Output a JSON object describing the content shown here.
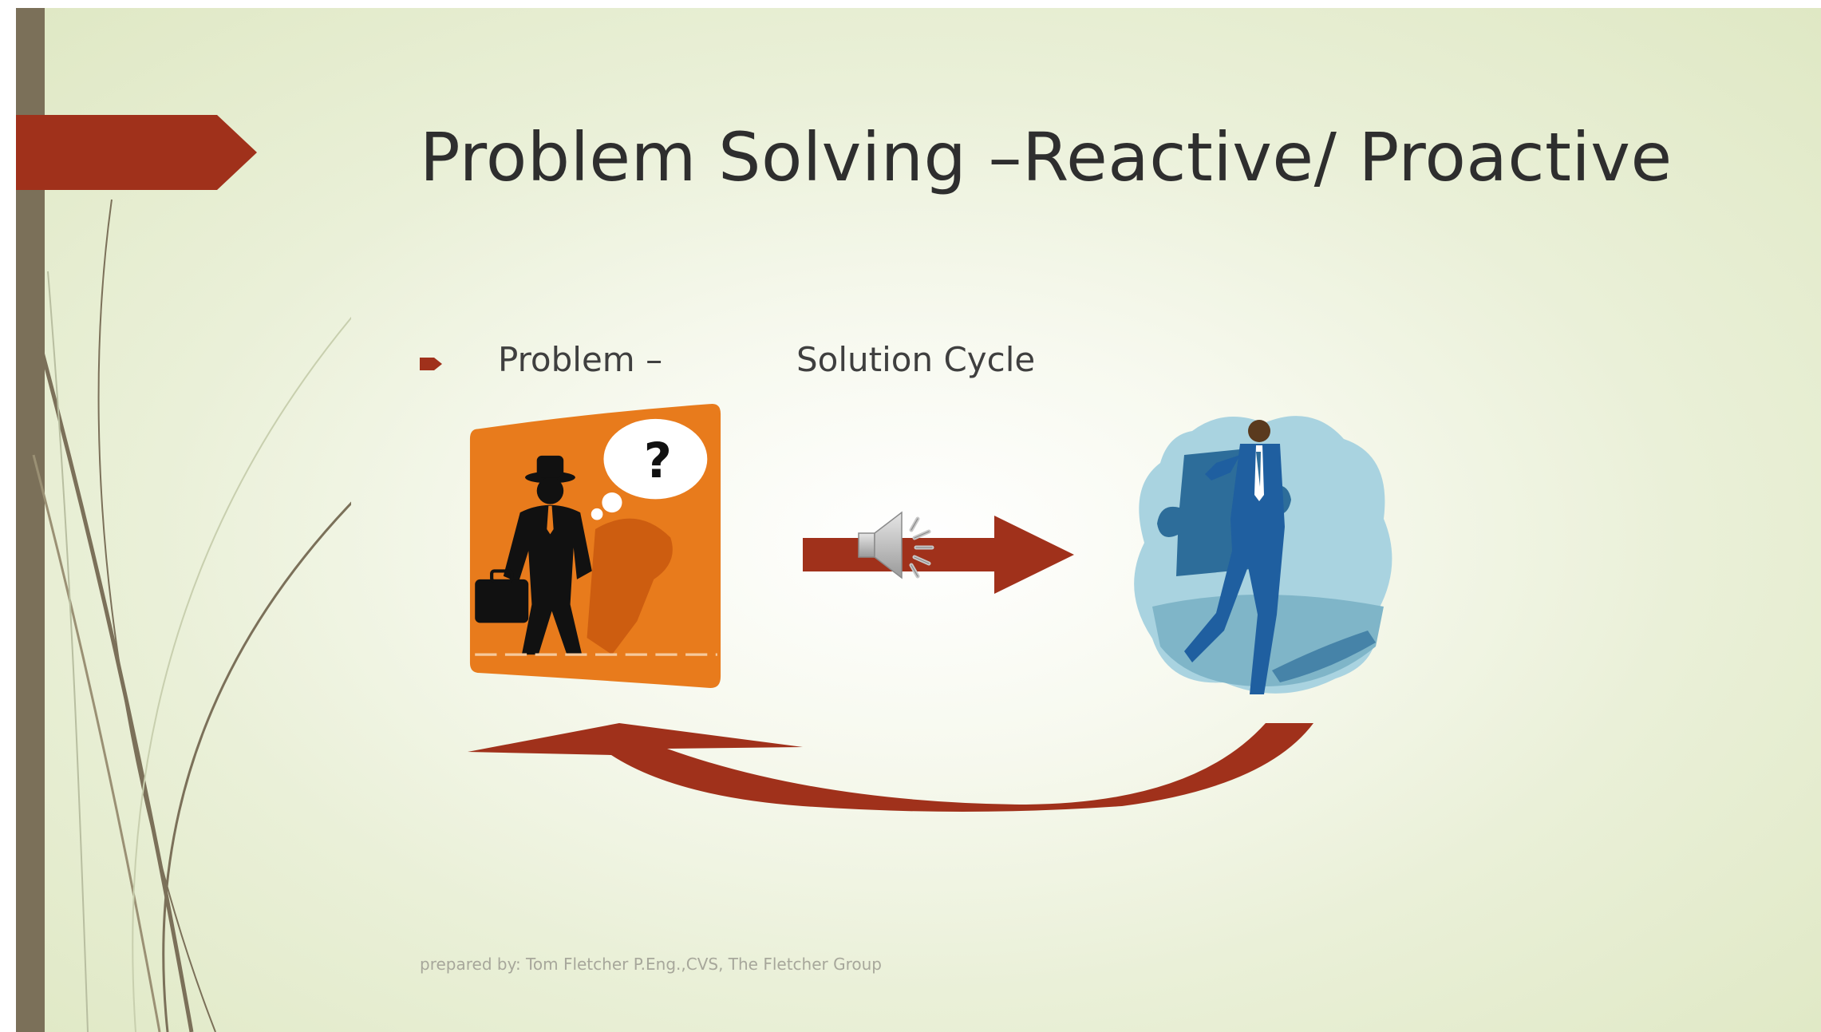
{
  "slide": {
    "title": "Problem Solving –Reactive/ Proactive",
    "bullet": {
      "part1": "Problem –",
      "part2": "Solution Cycle"
    },
    "footer": "prepared by: Tom  Fletcher P.Eng.,CVS,  The  Fletcher Group",
    "icons": [
      "arrow-tab-icon",
      "bullet-arrow-icon",
      "problem-man-clipart",
      "solution-puzzle-man-clipart",
      "right-arrow-icon",
      "speaker-icon",
      "curved-return-arrow-icon"
    ]
  },
  "colors": {
    "accent": "#a0311b",
    "left_bar": "#7b7059",
    "background": "#e6eed2",
    "clipart_orange": "#e87b1c",
    "clipart_blue": "#1f5fa0"
  }
}
